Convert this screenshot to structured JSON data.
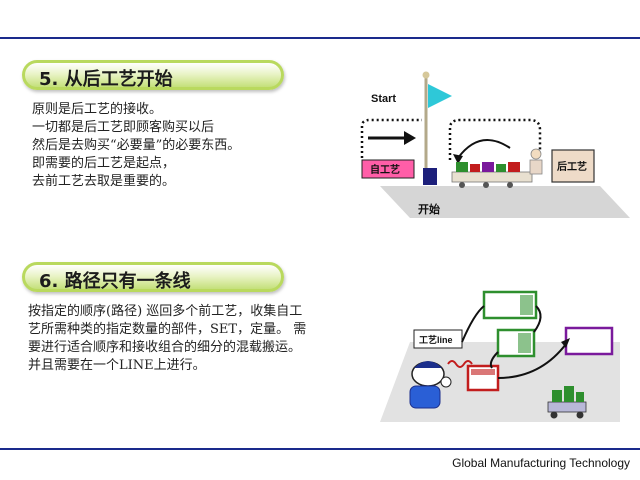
{
  "section5": {
    "title": "5. 从后工艺开始",
    "lines": [
      "原则是后工艺的接收。",
      "一切都是后工艺即顾客购买以后",
      "然后是去购买“必要量”的必要东西。",
      "即需要的后工艺是起点，",
      "去前工艺去取是重要的。"
    ],
    "diagram": {
      "start_label": "Start",
      "prev_process_label": "自工艺",
      "next_process_label": "后工艺",
      "begin_label": "开始"
    }
  },
  "section6": {
    "title": "6. 路径只有一条线",
    "lines": [
      "按指定的顺序(路径) 巡回多个前工艺，收集自工",
      "艺所需种类的指定数量的部件，SET，定量。 需",
      "要进行适合顺序和接收组合的细分的混载搬运。",
      "并且需要在一个LINE上进行。"
    ],
    "diagram": {
      "line_label": "工艺line"
    }
  },
  "footer": "Global Manufacturing Technology",
  "colors": {
    "rule": "#1a2a8c",
    "pill_border": "#b9d95e",
    "pink_box": "#ff5ea8",
    "navy_block": "#1c1f7a",
    "flag": "#2ec8d8",
    "purple_box": "#7a1a9c",
    "red_box": "#c21d1d",
    "green_box": "#2e8f2e"
  }
}
